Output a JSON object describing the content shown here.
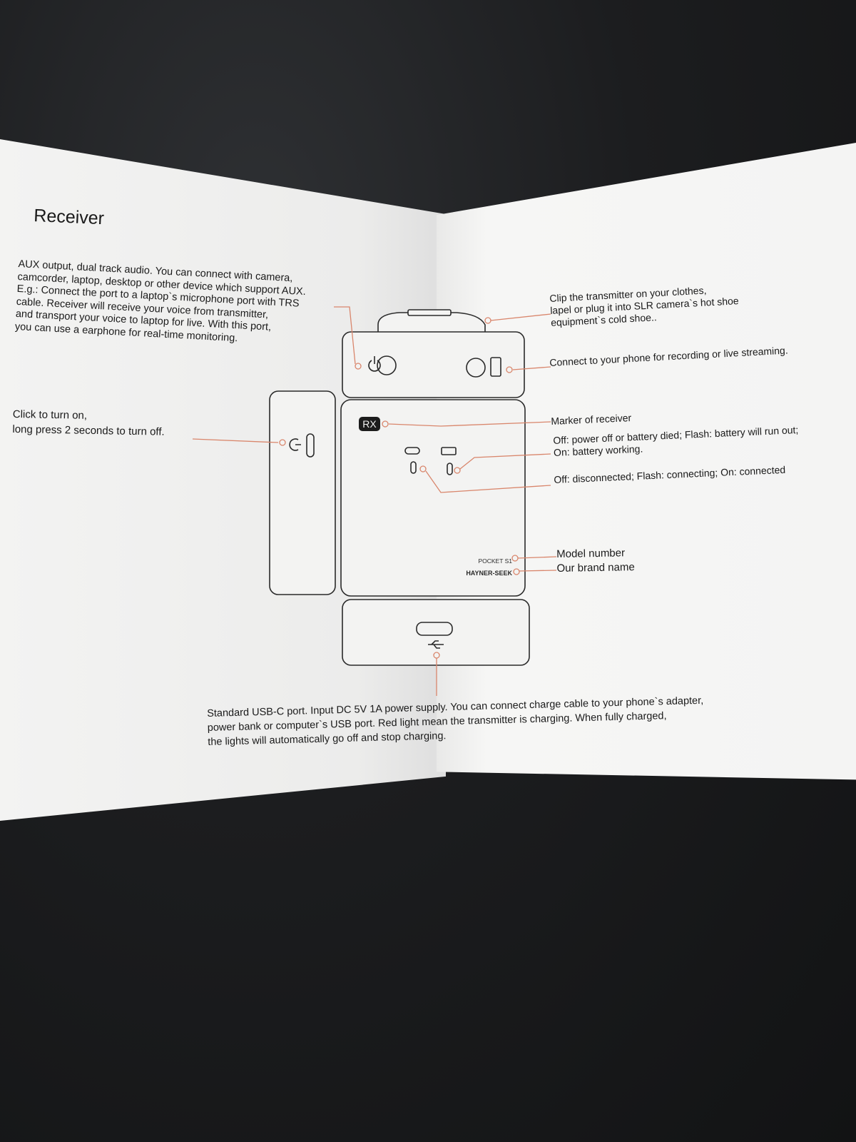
{
  "manual": {
    "title": "Receiver",
    "aux_text": [
      "AUX output, dual track audio. You can connect with camera,",
      "camcorder, laptop, desktop or other device which support AUX.",
      "E.g.: Connect the port to a laptop`s microphone port with TRS",
      "cable. Receiver will receive your voice from transmitter,",
      "and transport your voice to laptop for live. With this port,",
      "you can use a earphone for  real-time monitoring."
    ],
    "power_text": [
      "Click to turn on,",
      "long press 2 seconds to turn off."
    ],
    "clip_text": [
      "Clip the transmitter on your clothes,",
      "lapel or plug it into SLR camera`s hot shoe",
      "equipment`s cold shoe.."
    ],
    "phone_text": "Connect to your phone for recording or live streaming.",
    "marker_text": "Marker of receiver",
    "battery_text": [
      "Off: power off or battery died; Flash: battery will run out;",
      "On: battery working."
    ],
    "connection_text": "Off: disconnected; Flash: connecting; On: connected",
    "model_label": "Model number",
    "brand_label": "Our brand name",
    "usb_text": [
      "Standard USB-C port. Input DC 5V 1A power supply. You can connect charge cable to your phone`s adapter,",
      "power bank or computer`s USB port. Red light mean the transmitter is charging. When fully charged,",
      "the lights will automatically go off and stop charging."
    ]
  },
  "device": {
    "rx_badge": "RX",
    "model_print": "POCKET S1",
    "brand_print": "HAYNER-SEEK"
  },
  "colors": {
    "leader_line": "#d9866c",
    "device_outline": "#2a2a2a",
    "paper": "#f1f1f0",
    "background": "#1c1d1f"
  },
  "icons": [
    "power-icon",
    "headphone-jack-icon",
    "phone-icon",
    "link-icon",
    "battery-icon",
    "usb-icon"
  ]
}
